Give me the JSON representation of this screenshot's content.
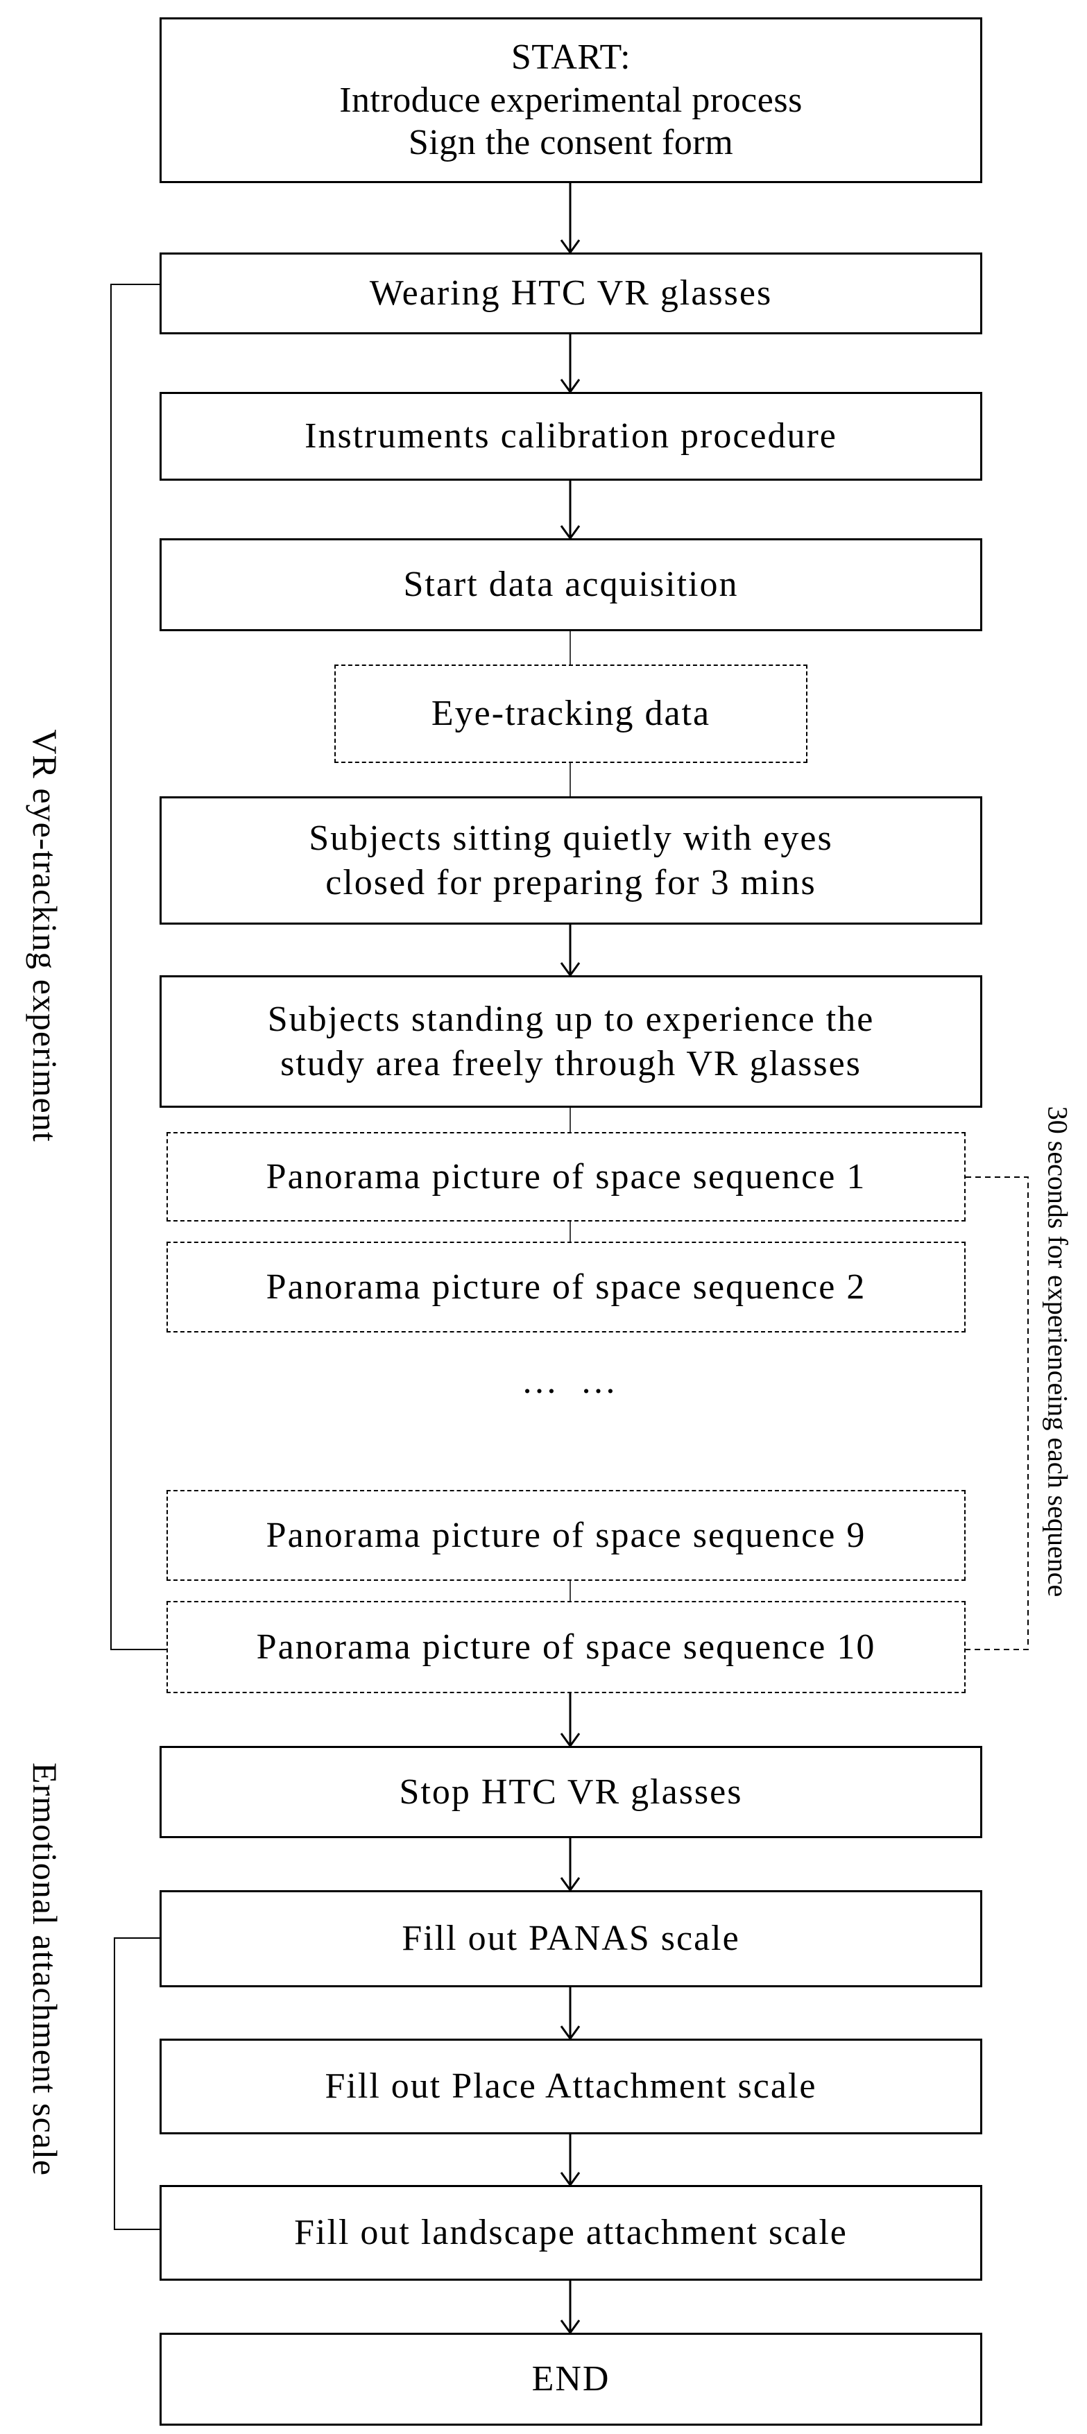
{
  "steps": {
    "start": {
      "line1": "START:",
      "line2": "Introduce experimental process",
      "line3": "Sign the consent form"
    },
    "wearing": "Wearing HTC VR glasses",
    "calibration": "Instruments calibration procedure",
    "acquisition": "Start data acquisition",
    "eye_tracking": "Eye-tracking data",
    "sitting": {
      "line1": "Subjects sitting quietly with eyes",
      "line2": "closed for preparing for 3 mins"
    },
    "standing": {
      "line1": "Subjects standing up to experience the",
      "line2": "study area freely through VR glasses"
    },
    "panorama": [
      "Panorama picture of space sequence 1",
      "Panorama picture of space sequence 2",
      "Panorama picture of space sequence 9",
      "Panorama picture of space sequence 10"
    ],
    "ellipsis": "… …",
    "stop": "Stop HTC VR glasses",
    "panas": "Fill out PANAS scale",
    "place_attachment": "Fill out Place Attachment scale",
    "landscape_attachment": "Fill out landscape attachment scale",
    "end": "END"
  },
  "side_labels": {
    "vr_experiment": "VR eye-tracking experiment",
    "emotional_scale": "Ermotional attachment scale",
    "timing": "30 seconds for experienceing each sequence"
  },
  "colors": {
    "line": "#000000",
    "background": "#ffffff"
  }
}
